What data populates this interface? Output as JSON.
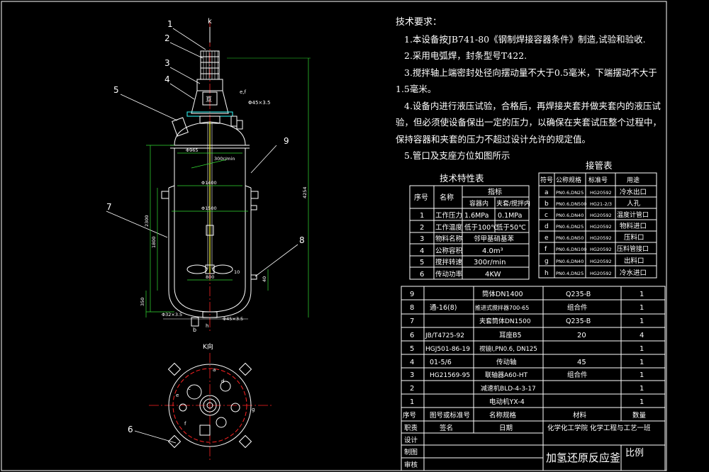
{
  "drawing": {
    "part_numbers": [
      "1",
      "2",
      "3",
      "4",
      "5",
      "6",
      "7",
      "8",
      "9"
    ],
    "view_letter": "k",
    "section_label": "K向",
    "dims": {
      "inner_diameter": "Φ1400",
      "jacket_diameter": "Φ1500",
      "speed": "300r/min",
      "top_nozzle_size": "Φ45×3.5",
      "bottom_nozzle_size": "Φ45×3.5",
      "bottom_left_nozzle": "Φ32×3.5",
      "impeller_dia": "800",
      "dim_left_a": "2300",
      "dim_left_b": "1800",
      "dim_left_c": "350",
      "dim_right_total": "4254",
      "dim_10": "10",
      "dim_40": "40",
      "dim_965": "Φ965",
      "nozzle_a": "a",
      "nozzle_b": "b",
      "nozzle_c": "c",
      "nozzle_d": "d",
      "nozzle_e": "e",
      "nozzle_f": "f",
      "nozzle_g": "g",
      "nozzle_h": "h"
    }
  },
  "requirements": {
    "title": "技术要求：",
    "items": [
      "1.本设备按JB741-80《钢制焊接容器条件》制造,试验和验收.",
      "2.采用电弧焊，封条型号T422.",
      "3.搅拌轴上端密封处径向摆动量不大于0.5毫米，下端摆动不大于1.5毫米。",
      "4.设备内进行液压试验，合格后，再焊接夹套并做夹套内的液压试验，但必须使设备保出一定的压力，以确保在夹套试压整个过程中，保持容器和夹套的压力不超过设计允许的规定值。",
      "5.管口及支座方位如图所示"
    ]
  },
  "tech_table": {
    "title": "技术特性表",
    "headers": [
      "序号",
      "名称",
      "指标",
      "容器内",
      "夹套/搅拌内"
    ],
    "rows": [
      [
        "1",
        "工作压力",
        "1.6MPa",
        "0.1MPa"
      ],
      [
        "2",
        "工作温度",
        "低于100℃",
        "低于50℃"
      ],
      [
        "3",
        "物料名称",
        "邻甲基硝基苯",
        ""
      ],
      [
        "4",
        "公称容积",
        "4.0m³",
        ""
      ],
      [
        "5",
        "搅拌转速",
        "300r/min",
        ""
      ],
      [
        "6",
        "传动功率",
        "4KW",
        ""
      ]
    ]
  },
  "nozzle_table": {
    "title": "接管表",
    "headers": [
      "符号",
      "公称规格",
      "标准号",
      "用途"
    ],
    "rows": [
      [
        "a",
        "PN0.6,DN25",
        "HG20592",
        "冷水出口"
      ],
      [
        "b",
        "PN0.6,DN500",
        "HG21-2/3",
        "人孔"
      ],
      [
        "c",
        "PN0.6,DN40",
        "HG20592",
        "温度计管口"
      ],
      [
        "d",
        "PN0.6,DN25",
        "HG20592",
        "物料进口"
      ],
      [
        "e",
        "PN0.6,DN50",
        "HG20592",
        "压料口"
      ],
      [
        "f",
        "PN0.6,DN100",
        "HG20592",
        "压料管接口"
      ],
      [
        "g",
        "PN0.6,DN40",
        "HG20592",
        "出料口"
      ],
      [
        "h",
        "PN0.4,DN25",
        "HG20592",
        "冷水进口"
      ]
    ]
  },
  "parts_table": {
    "rows": [
      [
        "9",
        "",
        "筒体DN1400",
        "Q235-B",
        "1"
      ],
      [
        "8",
        "通-16(8)",
        "推进式搅拌器700-65",
        "组合件",
        "1"
      ],
      [
        "7",
        "",
        "夹套筒体DN1500",
        "Q235-B",
        "1"
      ],
      [
        "6",
        "JB/T4725-92",
        "耳座B5",
        "20",
        "4"
      ],
      [
        "5",
        "HGJ501-86-19",
        "视镜I,PN0.6, DN125",
        "",
        "1"
      ],
      [
        "4",
        "01-5/6",
        "传动轴",
        "45",
        "1"
      ],
      [
        "3",
        "HG21569-95",
        "联轴器A60-HT",
        "组合件",
        "1"
      ],
      [
        "2",
        "",
        "减速机BLD-4-3-17",
        "",
        "1"
      ],
      [
        "1",
        "",
        "电动机YX-4",
        "",
        "1"
      ]
    ],
    "header": [
      "序号",
      "图号或标准号",
      "名称规格",
      "材料",
      "数量"
    ]
  },
  "title_block": {
    "role_label": "职责",
    "sign_label": "签名",
    "date_label": "日期",
    "school": "化学化工学院 化学工程与工艺一班",
    "design_label": "设计",
    "draw_label": "制图",
    "check_label": "审核",
    "drawing_title": "加氢还原反应釜",
    "scale_label": "比例"
  },
  "colors": {
    "background": "#000000",
    "line_white": "#ffffff",
    "accent_red": "#ff2222",
    "dim_green": "#33dd33",
    "hidden_yellow": "#ffff33",
    "flange_cyan": "#33ffff",
    "part_magenta": "#ff44ff"
  }
}
